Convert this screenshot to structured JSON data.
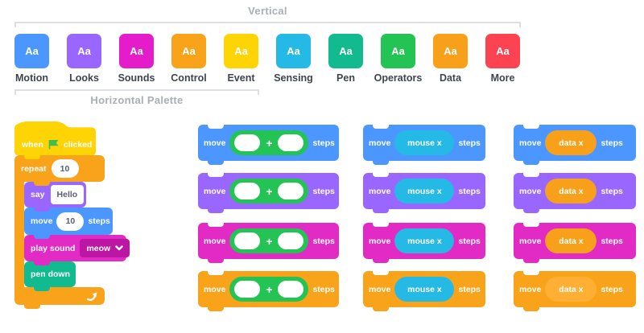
{
  "annotations": {
    "vertical_label": "Vertical",
    "horizontal_label": "Horizontal Palette"
  },
  "palette": {
    "swatch_text": "Aa",
    "categories": [
      {
        "name": "Motion",
        "color": "#4C97FF"
      },
      {
        "name": "Looks",
        "color": "#9966FF"
      },
      {
        "name": "Sounds",
        "color": "#E51CC9"
      },
      {
        "name": "Control",
        "color": "#F9A31B"
      },
      {
        "name": "Event",
        "color": "#FFD405"
      },
      {
        "name": "Sensing",
        "color": "#25B9E6"
      },
      {
        "name": "Pen",
        "color": "#12BA90"
      },
      {
        "name": "Operators",
        "color": "#23C453"
      },
      {
        "name": "Data",
        "color": "#F9A01A"
      },
      {
        "name": "More",
        "color": "#FB4352"
      }
    ]
  },
  "script_stack": {
    "hat": {
      "label_before": "when",
      "label_after": "clicked",
      "color": "#FFD405",
      "flag_color": "#3DBE4D"
    },
    "repeat_block": {
      "label": "repeat",
      "value": "10",
      "color": "#F9A31B"
    },
    "say_block": {
      "label": "say",
      "value": "Hello",
      "color": "#9966FF"
    },
    "move_block": {
      "label": "move",
      "value": "10",
      "suffix": "steps",
      "color": "#4C97FF"
    },
    "play_sound_block": {
      "label": "play sound",
      "value": "meow",
      "color": "#E22BC4",
      "dropdown_color": "#BC17A4"
    },
    "pen_down_block": {
      "label": "pen down",
      "color": "#12BA90"
    }
  },
  "blocks_grid": {
    "move_label": "move",
    "steps_label": "steps",
    "plus_sign": "+",
    "row_colors": [
      "#4C97FF",
      "#9966FF",
      "#E22BC4",
      "#F9A31B"
    ],
    "columns": [
      {
        "kind": "operator",
        "pill_color": "#23C453"
      },
      {
        "kind": "reporter",
        "label": "mouse x",
        "pill_color": "#25B9E6"
      },
      {
        "kind": "reporter",
        "label": "data x",
        "pill_color": "#F9A01A",
        "pill_color_on_last_row": "#FFAF33"
      }
    ]
  }
}
